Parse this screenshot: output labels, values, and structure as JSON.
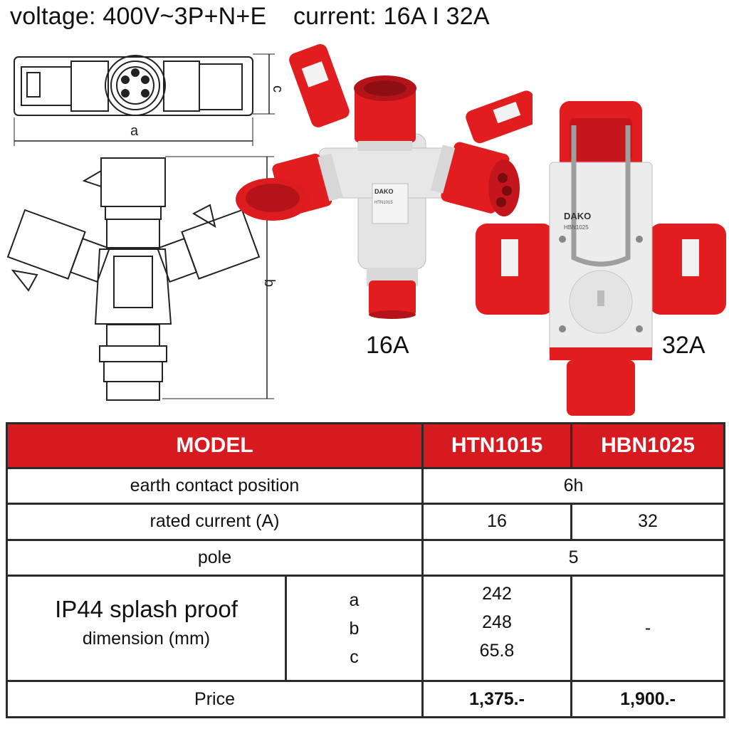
{
  "header": {
    "voltage": "voltage: 400V~3P+N+E",
    "current": "current: 16A I 32A"
  },
  "drawing": {
    "labels": {
      "a": "a",
      "b": "b",
      "c": "c"
    }
  },
  "photos": {
    "left_label": "16A",
    "right_label": "32A",
    "brand": "DAKO",
    "left_model_text": "HTN1015",
    "right_model_text": "HBN1025"
  },
  "table": {
    "headers": {
      "model": "MODEL",
      "col1": "HTN1015",
      "col2": "HBN1025"
    },
    "earth_contact": {
      "label": "earth contact position",
      "value": "6h"
    },
    "rated_current": {
      "label": "rated current (A)",
      "v1": "16",
      "v2": "32"
    },
    "pole": {
      "label": "pole",
      "value": "5"
    },
    "ip": {
      "title": "IP44 splash proof",
      "subtitle": "dimension (mm)",
      "dims": [
        "a",
        "b",
        "c"
      ],
      "values": [
        "242",
        "248",
        "65.8"
      ],
      "col2": "-"
    },
    "price": {
      "label": "Price",
      "v1": "1,375.-",
      "v2": "1,900.-"
    }
  },
  "colors": {
    "accent_red": "#d71920",
    "plastic_grey": "#e6e6e6"
  }
}
